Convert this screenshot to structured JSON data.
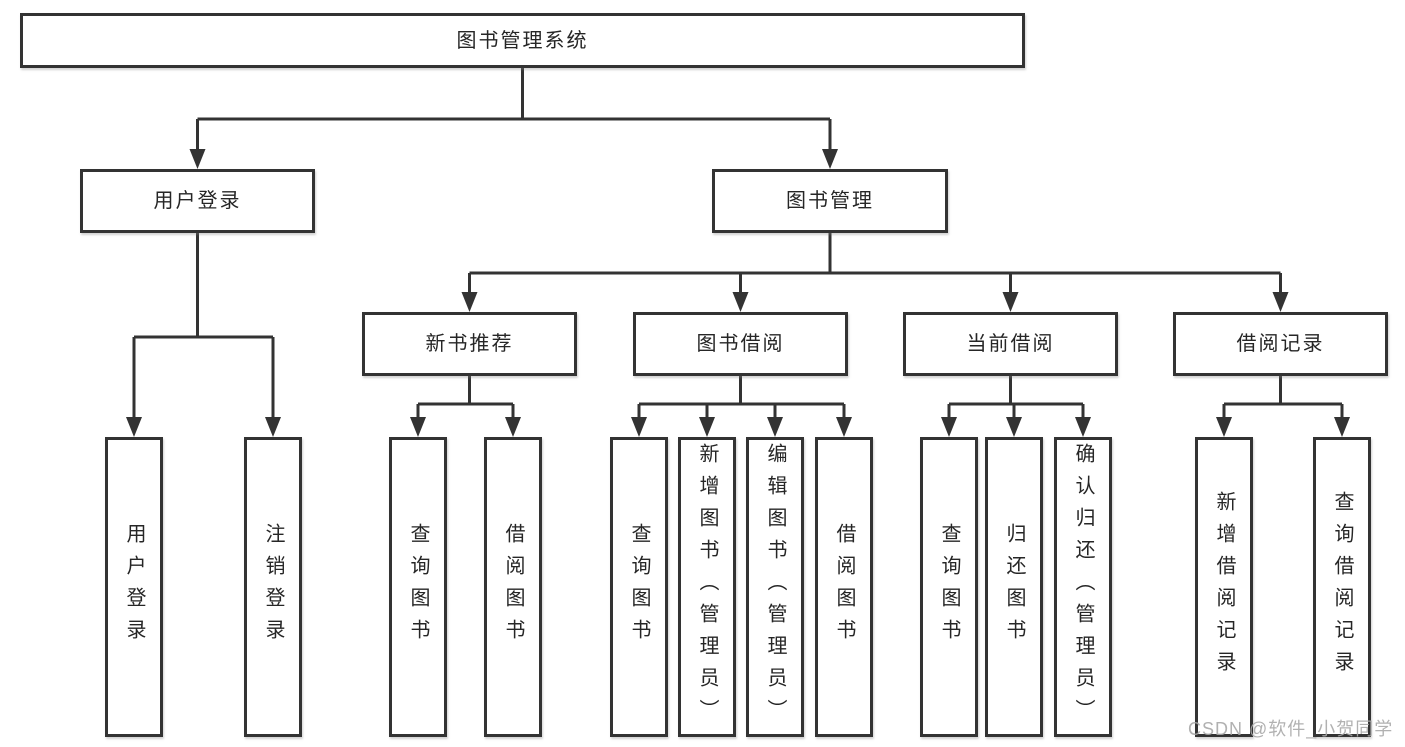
{
  "tree": {
    "label": "图书管理系统",
    "children": [
      {
        "label": "用户登录",
        "children": [
          {
            "label": "用户登录"
          },
          {
            "label": "注销登录"
          }
        ]
      },
      {
        "label": "图书管理",
        "children": [
          {
            "label": "新书推荐",
            "children": [
              {
                "label": "查询图书"
              },
              {
                "label": "借阅图书"
              }
            ]
          },
          {
            "label": "图书借阅",
            "children": [
              {
                "label": "查询图书"
              },
              {
                "label": "新增图书（管理员）"
              },
              {
                "label": "编辑图书（管理员）"
              },
              {
                "label": "借阅图书"
              }
            ]
          },
          {
            "label": "当前借阅",
            "children": [
              {
                "label": "查询图书"
              },
              {
                "label": "归还图书"
              },
              {
                "label": "确认归还（管理员）"
              }
            ]
          },
          {
            "label": "借阅记录",
            "children": [
              {
                "label": "新增借阅记录"
              },
              {
                "label": "查询借阅记录"
              }
            ]
          }
        ]
      }
    ]
  },
  "watermark": {
    "text": "CSDN @软件_小贺同学"
  },
  "colors": {
    "line": "#333333",
    "box_border": "#333333",
    "box_background": "#ffffff",
    "text": "#262626",
    "watermark": "#a9a9a9",
    "page_background": "#ffffff"
  }
}
